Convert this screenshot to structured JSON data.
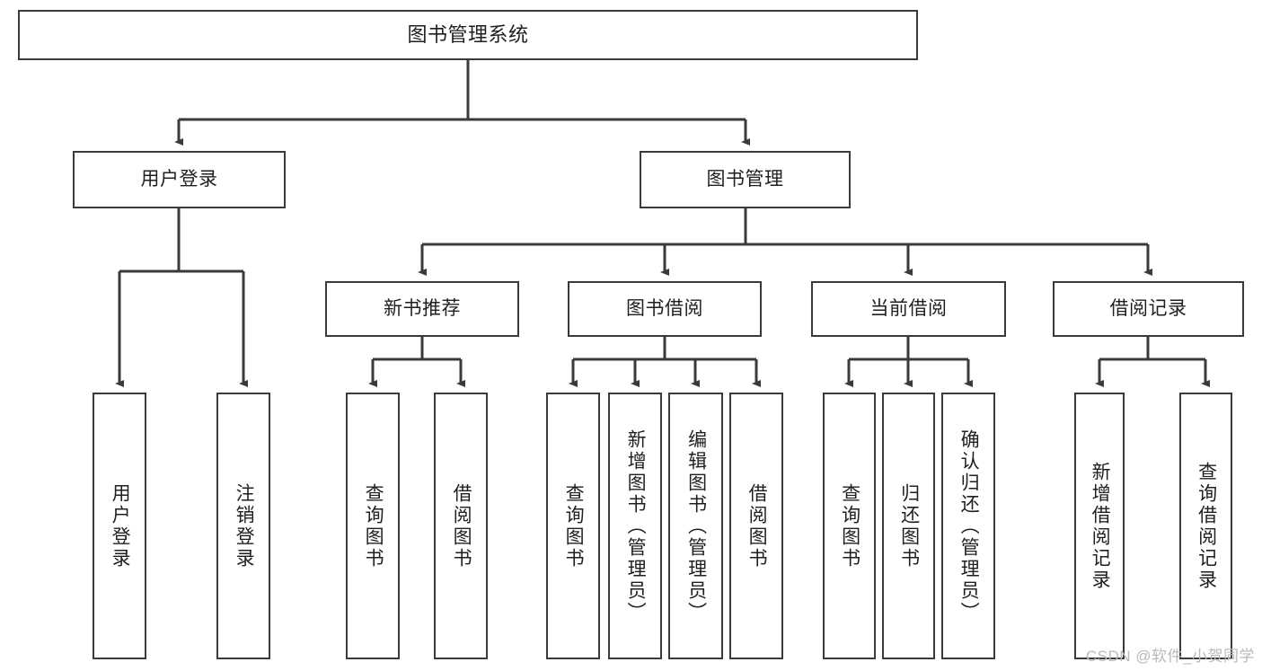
{
  "diagram": {
    "title": "图书管理系统",
    "watermark": "CSDN @软件_小贺同学",
    "style": {
      "stroke": "#3a3a3a",
      "fill": "#ffffff",
      "text": "#1f1f1f",
      "watermark_color": "#b9b9b9"
    },
    "levels": {
      "root": {
        "label": "图书管理系统"
      },
      "level2": [
        {
          "label": "用户登录"
        },
        {
          "label": "图书管理"
        }
      ],
      "level3": [
        {
          "label": "新书推荐"
        },
        {
          "label": "图书借阅"
        },
        {
          "label": "当前借阅"
        },
        {
          "label": "借阅记录"
        }
      ],
      "leaves": {
        "user_login": [
          {
            "label": "用户登录"
          },
          {
            "label": "注销登录"
          }
        ],
        "new_book_recommend": [
          {
            "label": "查询图书"
          },
          {
            "label": "借阅图书"
          }
        ],
        "book_borrow": [
          {
            "label": "查询图书"
          },
          {
            "label": "新增图书（管理员）"
          },
          {
            "label": "编辑图书（管理员）"
          },
          {
            "label": "借阅图书"
          }
        ],
        "current_borrow": [
          {
            "label": "查询图书"
          },
          {
            "label": "归还图书"
          },
          {
            "label": "确认归还（管理员）"
          }
        ],
        "borrow_record": [
          {
            "label": "新增借阅记录"
          },
          {
            "label": "查询借阅记录"
          }
        ]
      }
    }
  }
}
